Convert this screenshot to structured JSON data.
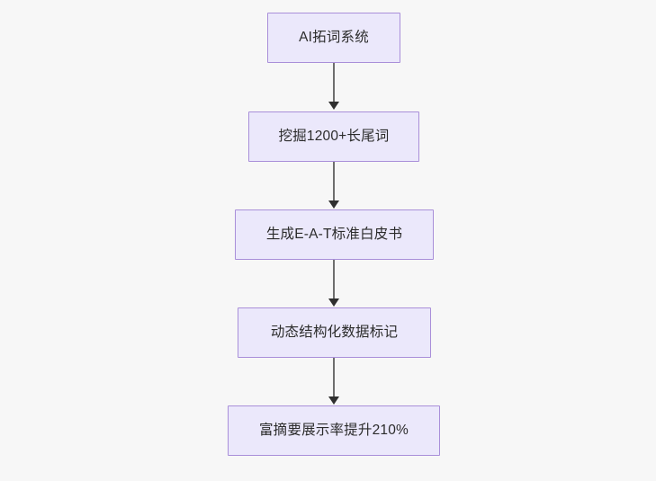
{
  "diagram": {
    "type": "flowchart",
    "direction": "top-to-bottom",
    "background_color": "#f7f7f7",
    "node_fill_color": "#ebe8fb",
    "node_border_color": "#a98fd9",
    "edge_color": "#6e6e6e",
    "arrowhead_color": "#2f2f2f",
    "text_color": "#2b2b2b",
    "nodes": [
      {
        "id": "n1",
        "label": "AI拓词系统"
      },
      {
        "id": "n2",
        "label": "挖掘1200+长尾词"
      },
      {
        "id": "n3",
        "label": "生成E-A-T标准白皮书"
      },
      {
        "id": "n4",
        "label": "动态结构化数据标记"
      },
      {
        "id": "n5",
        "label": "富摘要展示率提升210%"
      }
    ],
    "edges": [
      {
        "from": "n1",
        "to": "n2"
      },
      {
        "from": "n2",
        "to": "n3"
      },
      {
        "from": "n3",
        "to": "n4"
      },
      {
        "from": "n4",
        "to": "n5"
      }
    ]
  }
}
